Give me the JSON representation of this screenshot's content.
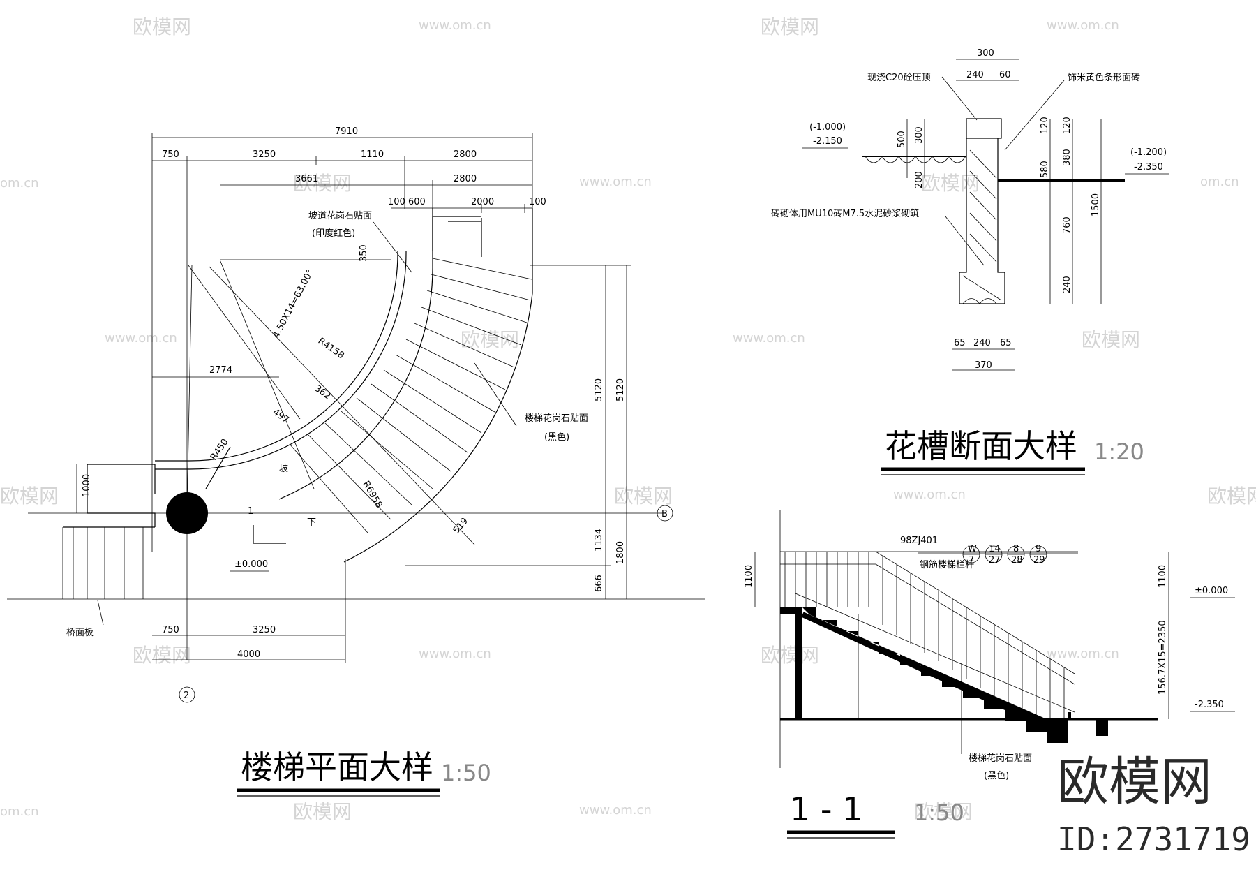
{
  "titles": {
    "plan_title": "楼梯平面大样",
    "plan_scale": "1:50",
    "section_planter_title": "花槽断面大样",
    "section_planter_scale": "1:20",
    "section_11_title": "1 - 1",
    "section_11_scale": "1:50"
  },
  "plan": {
    "dims_top": [
      "7910",
      "750",
      "3250",
      "1110",
      "2800",
      "3661",
      "2800",
      "100",
      "600",
      "2000",
      "100"
    ],
    "dims_bottom": [
      "750",
      "3250",
      "4000"
    ],
    "dims_right": [
      "5120",
      "5120",
      "1134",
      "1800",
      "666"
    ],
    "dims_left": [
      "1000"
    ],
    "misc_dims": [
      "350",
      "2774",
      "R4158",
      "362",
      "497",
      "R6958",
      "519",
      "R450",
      "4.50X14=63.00°"
    ],
    "labels": {
      "ramp_finish": "坡道花岗石贴面",
      "ramp_finish_color": "(印度红色)",
      "stair_finish": "楼梯花岗石贴面",
      "stair_finish_color": "(黑色)",
      "bridge_deck": "桥面板",
      "slope": "坡",
      "down": "下",
      "level": "±0.000",
      "axis_b": "B",
      "axis_2": "2",
      "section_mark": "1"
    }
  },
  "planter": {
    "dims_top": [
      "300",
      "240",
      "60"
    ],
    "dims_bottom": [
      "65",
      "240",
      "65",
      "370"
    ],
    "dims_left": [
      "500",
      "300",
      "200"
    ],
    "dims_right": [
      "120",
      "120",
      "580",
      "380",
      "760",
      "1500",
      "240"
    ],
    "labels": {
      "cap": "现浇C20砼压顶",
      "tile": "饰米黄色条形面砖",
      "masonry": "砖砌体用MU10砖M7.5水泥砂浆砌筑",
      "lvl_left_a": "(-1.000)",
      "lvl_left_b": "-2.150",
      "lvl_right_a": "(-1.200)",
      "lvl_right_b": "-2.350"
    }
  },
  "section11": {
    "railing_ref": "98ZJ401",
    "railing_name": "钢筋楼梯栏杆",
    "index_marks": [
      [
        "W",
        "7"
      ],
      [
        "14",
        "27"
      ],
      [
        "8",
        "28"
      ],
      [
        "9",
        "29"
      ]
    ],
    "dim_left": "1100",
    "dim_right_a": "1100",
    "dim_right_b": "156.7X15=2350",
    "lvl_top": "±0.000",
    "lvl_bottom": "-2.350",
    "finish": "楼梯花岗石贴面",
    "finish_color": "(黑色)"
  },
  "watermarks": {
    "logo_text": "欧模网",
    "url_text": "www.om.cn",
    "short_url": "om.cn"
  },
  "brand": {
    "name": "欧模网",
    "id": "ID:2731719"
  }
}
